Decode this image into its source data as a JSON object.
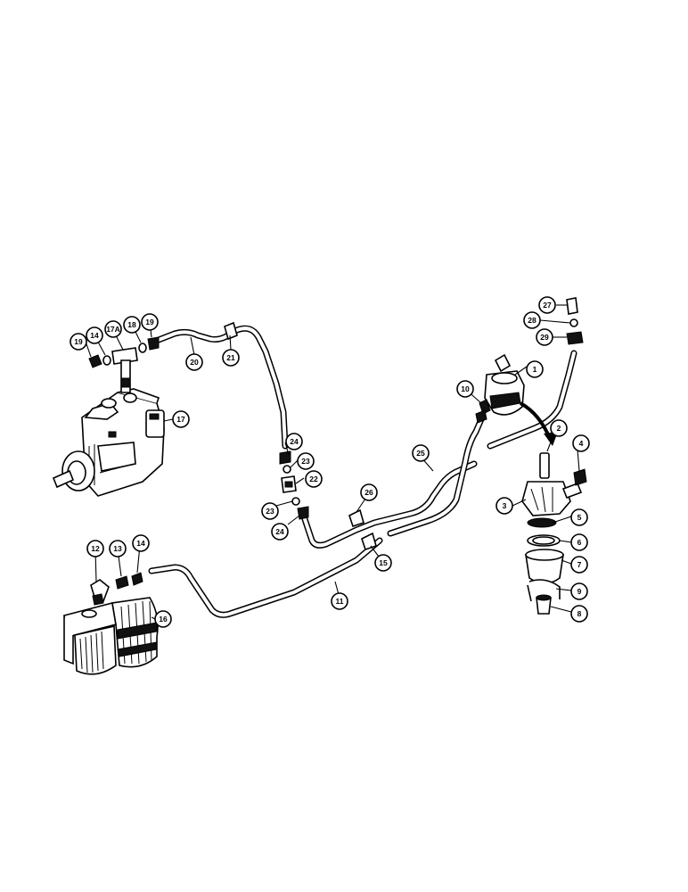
{
  "callouts": [
    {
      "id": "c1",
      "label": "1"
    },
    {
      "id": "c2",
      "label": "2"
    },
    {
      "id": "c3",
      "label": "3"
    },
    {
      "id": "c4",
      "label": "4"
    },
    {
      "id": "c5",
      "label": "5"
    },
    {
      "id": "c6",
      "label": "6"
    },
    {
      "id": "c7",
      "label": "7"
    },
    {
      "id": "c8",
      "label": "8"
    },
    {
      "id": "c9",
      "label": "9"
    },
    {
      "id": "c10",
      "label": "10"
    },
    {
      "id": "c11",
      "label": "11"
    },
    {
      "id": "c12",
      "label": "12"
    },
    {
      "id": "c13",
      "label": "13"
    },
    {
      "id": "c14a",
      "label": "14"
    },
    {
      "id": "c14b",
      "label": "14"
    },
    {
      "id": "c15",
      "label": "15"
    },
    {
      "id": "c16",
      "label": "16"
    },
    {
      "id": "c17",
      "label": "17"
    },
    {
      "id": "c17a",
      "label": "17A"
    },
    {
      "id": "c18",
      "label": "18"
    },
    {
      "id": "c19a",
      "label": "19"
    },
    {
      "id": "c19b",
      "label": "19"
    },
    {
      "id": "c19c",
      "label": "19"
    },
    {
      "id": "c20",
      "label": "20"
    },
    {
      "id": "c21",
      "label": "21"
    },
    {
      "id": "c22",
      "label": "22"
    },
    {
      "id": "c23a",
      "label": "23"
    },
    {
      "id": "c23b",
      "label": "23"
    },
    {
      "id": "c24a",
      "label": "24"
    },
    {
      "id": "c24b",
      "label": "24"
    },
    {
      "id": "c25",
      "label": "25"
    },
    {
      "id": "c26",
      "label": "26"
    },
    {
      "id": "c27",
      "label": "27"
    },
    {
      "id": "c28",
      "label": "28"
    },
    {
      "id": "c29",
      "label": "29"
    }
  ]
}
